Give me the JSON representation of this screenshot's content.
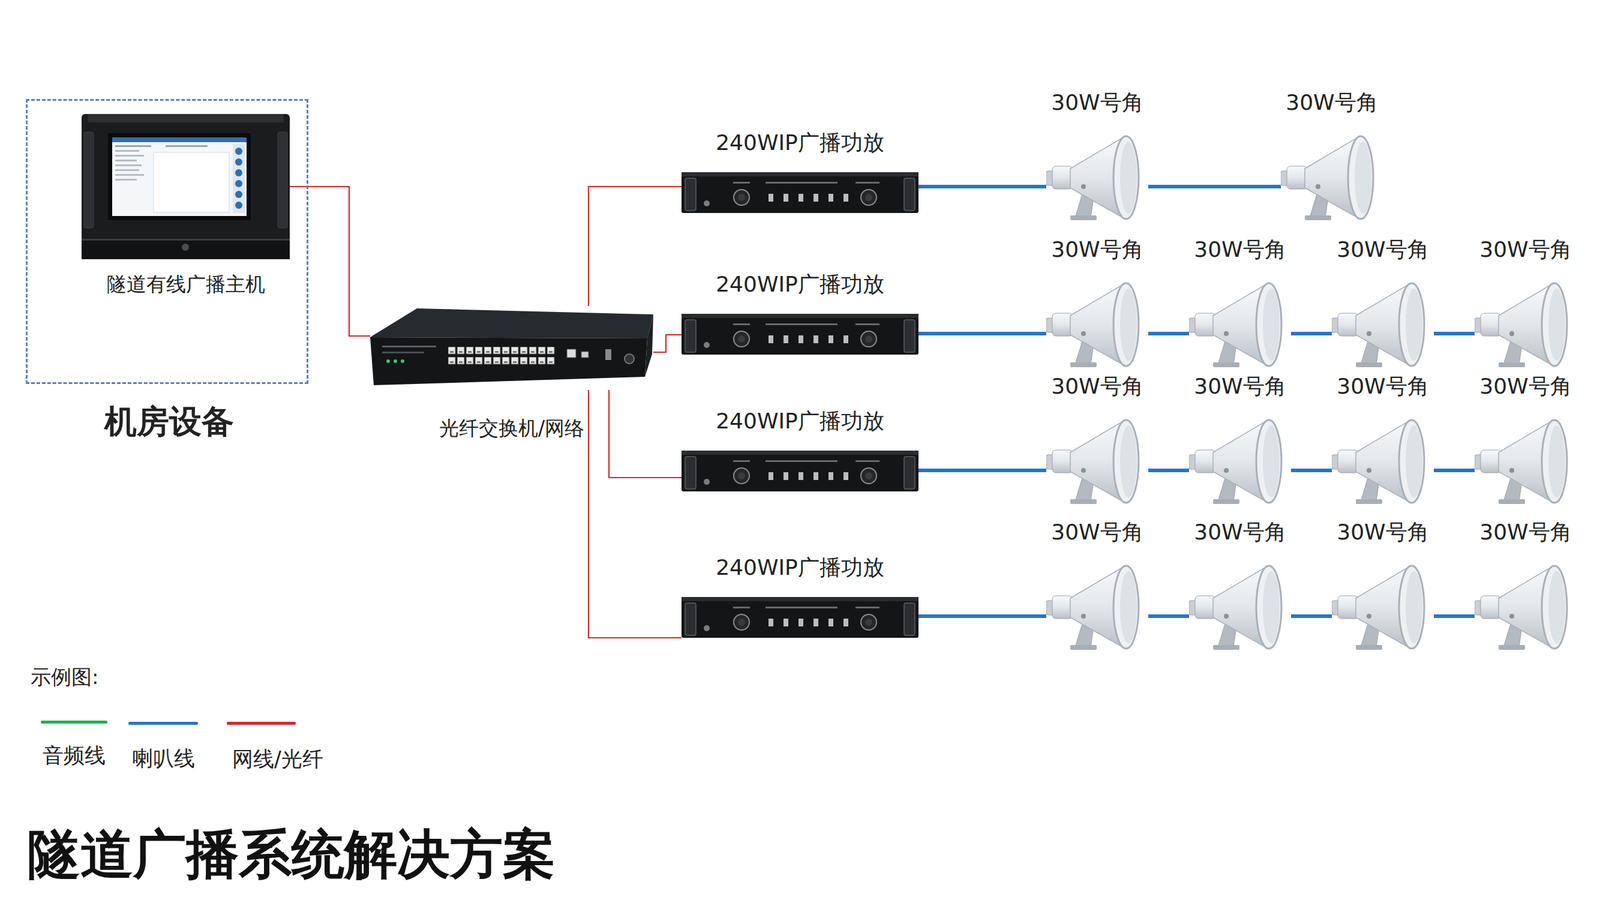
{
  "diagram": {
    "title": "隧道广播系统解决方案",
    "nodes": [
      {
        "text": [
          "机房设备"
        ]
      },
      {
        "text": [
          "隧道有线广播主机"
        ],
        "in": 0
      },
      {
        "text": [
          "光纤交换机/网络"
        ]
      },
      {
        "text": [
          "240WIP广播功放"
        ]
      },
      {
        "text": [
          "240WIP广播功放"
        ]
      },
      {
        "text": [
          "240WIP广播功放"
        ]
      },
      {
        "text": [
          "240WIP广播功放"
        ]
      },
      {
        "text": [
          "30W号角"
        ]
      },
      {
        "text": [
          "30W号角"
        ]
      },
      {
        "text": [
          "30W号角"
        ]
      },
      {
        "text": [
          "30W号角"
        ]
      },
      {
        "text": [
          "30W号角"
        ]
      },
      {
        "text": [
          "30W号角"
        ]
      },
      {
        "text": [
          "30W号角"
        ]
      },
      {
        "text": [
          "30W号角"
        ]
      },
      {
        "text": [
          "30W号角"
        ]
      },
      {
        "text": [
          "30W号角"
        ]
      },
      {
        "text": [
          "30W号角"
        ]
      },
      {
        "text": [
          "30W号角"
        ]
      },
      {
        "text": [
          "30W号角"
        ]
      },
      {
        "text": [
          "30W号角"
        ]
      }
    ],
    "edges": [
      {
        "from": 1,
        "to": 2,
        "arrow": "none"
      },
      {
        "from": 2,
        "to": 3,
        "arrow": "none"
      },
      {
        "from": 2,
        "to": 4,
        "arrow": "none"
      },
      {
        "from": 2,
        "to": 5,
        "arrow": "none"
      },
      {
        "from": 2,
        "to": 6,
        "arrow": "none"
      },
      {
        "from": 3,
        "to": 7,
        "arrow": "none"
      },
      {
        "from": 7,
        "to": 8,
        "arrow": "none"
      },
      {
        "from": 4,
        "to": 9,
        "arrow": "none"
      },
      {
        "from": 9,
        "to": 10,
        "arrow": "none"
      },
      {
        "from": 10,
        "to": 11,
        "arrow": "none"
      },
      {
        "from": 11,
        "to": 12,
        "arrow": "none"
      },
      {
        "from": 5,
        "to": 13,
        "arrow": "none"
      },
      {
        "from": 13,
        "to": 14,
        "arrow": "none"
      },
      {
        "from": 14,
        "to": 15,
        "arrow": "none"
      },
      {
        "from": 15,
        "to": 16,
        "arrow": "none"
      },
      {
        "from": 6,
        "to": 17,
        "arrow": "none"
      },
      {
        "from": 17,
        "to": 18,
        "arrow": "none"
      },
      {
        "from": 18,
        "to": 19,
        "arrow": "none"
      },
      {
        "from": 19,
        "to": 20,
        "arrow": "none"
      }
    ],
    "labels": [
      "示例图:"
    ],
    "legend": [
      {
        "text": "音频线",
        "color": "#1db34a"
      },
      {
        "text": "喇叭线",
        "color": "#2a74c6"
      },
      {
        "text": "网线/光纤",
        "color": "#e02424"
      }
    ]
  }
}
